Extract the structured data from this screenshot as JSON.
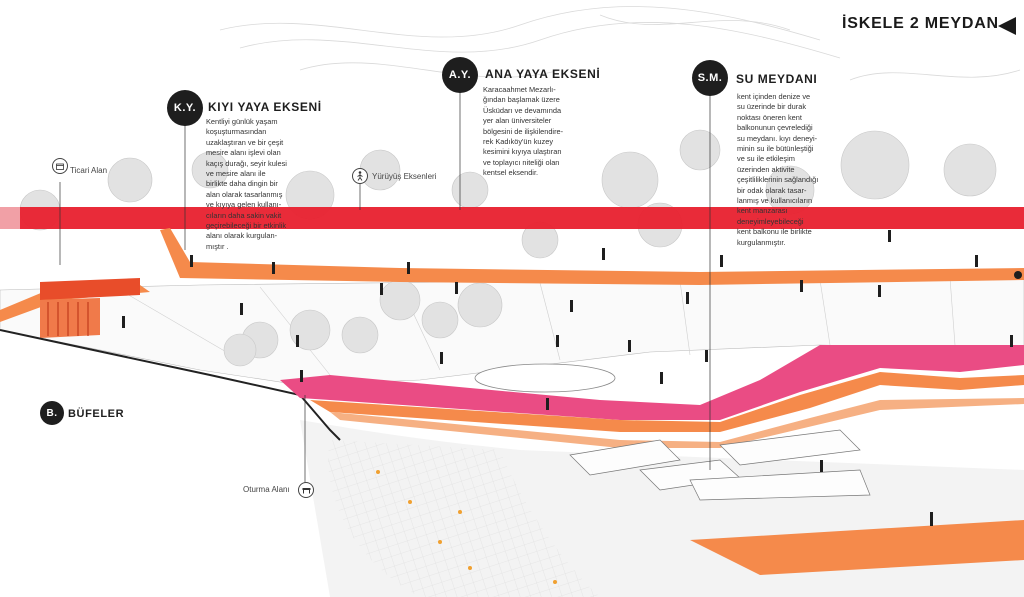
{
  "page": {
    "title": "İSKELE 2 MEYDAN"
  },
  "sections": {
    "ky": {
      "badge": "K.Y.",
      "title": "KIYI YAYA EKSENİ",
      "text": "Kentliyi günlük yaşam\nkoşuşturmasından\nuzaklaştıran ve bir çeşit\nmesire alanı işlevi olan\nkaçış durağı, seyir kulesi\nve mesire alanı ile\nbirlikte daha dingin bir\nalan olarak tasarlanmış\nve kıyıya gelen kullanı-\ncıların daha sakin vakit\ngeçirebileceği bir etkinlik\nalanı olarak kurgulan-\nmıştır ."
    },
    "ay": {
      "badge": "A.Y.",
      "title": "ANA YAYA EKSENİ",
      "text": "Karacaahmet Mezarlı-\nğından başlamak üzere\nÜsküdarı ve devamında\nyer alan üniversiteler\nbölgesini de ilişkilendire-\nrek Kadıköy'ün kuzey\nkesimini kıyıya ulaştıran\nve toplayıcı niteliği olan\nkentsel eksendir."
    },
    "sm": {
      "badge": "S.M.",
      "title": "SU MEYDANI",
      "text": "kent içinden denize ve\nsu üzerinde bir durak\nnoktası öneren kent\nbalkonunun çevrelediği\nsu meydanı. kıyı deneyi-\nminin su ile bütünleştiği\nve su ile etkileşim\nüzerinden aktivite\nçeşitliliklerinin sağlandığı\nbir odak olarak tasar-\nlanmış ve kullanıcıların\nkent manzarası\ndeneyimleyebileceği\nkent balkonu ile birlikte\nkurgulanmıştır."
    },
    "b": {
      "badge": "B.",
      "title": "BÜFELER"
    }
  },
  "labels": {
    "ticari": "Ticari Alan",
    "yuruyus": "Yürüyüş Eksenleri",
    "oturma": "Oturma Alanı"
  },
  "colors": {
    "red_band": "#e8202e",
    "orange_path": "#f58a4b",
    "pink_deck": "#ea4c84",
    "kiosk": "#e84d2a",
    "dark": "#1e1e1e"
  },
  "icons": [
    "ticari-alan-icon",
    "walking-person-icon",
    "bench-icon",
    "title-arrow-icon"
  ]
}
